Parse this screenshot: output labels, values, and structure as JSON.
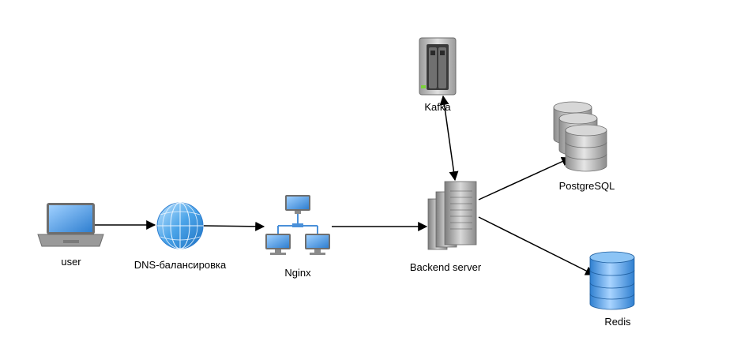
{
  "nodes": {
    "user": {
      "label": "user",
      "icon": "laptop-icon"
    },
    "dns": {
      "label": "DNS-балансировка",
      "icon": "globe-icon"
    },
    "nginx": {
      "label": "Nginx",
      "icon": "network-icon"
    },
    "backend": {
      "label": "Backend server",
      "icon": "server-tower-icon"
    },
    "kafka": {
      "label": "Kafka",
      "icon": "nas-storage-icon"
    },
    "postgres": {
      "label": "PostgreSQL",
      "icon": "database-icon"
    },
    "redis": {
      "label": "Redis",
      "icon": "database-icon"
    }
  },
  "colors": {
    "edge": "#000000",
    "postgres_db": "#b9b9b9",
    "redis_db": "#5aa2e6",
    "globe": "#4aa3e8",
    "laptop": "#7a7a7a"
  },
  "edges": [
    {
      "from": "user",
      "to": "dns"
    },
    {
      "from": "dns",
      "to": "nginx"
    },
    {
      "from": "nginx",
      "to": "backend"
    },
    {
      "from": "backend",
      "to": "kafka",
      "bidirectional": true
    },
    {
      "from": "backend",
      "to": "postgres"
    },
    {
      "from": "backend",
      "to": "redis"
    }
  ]
}
